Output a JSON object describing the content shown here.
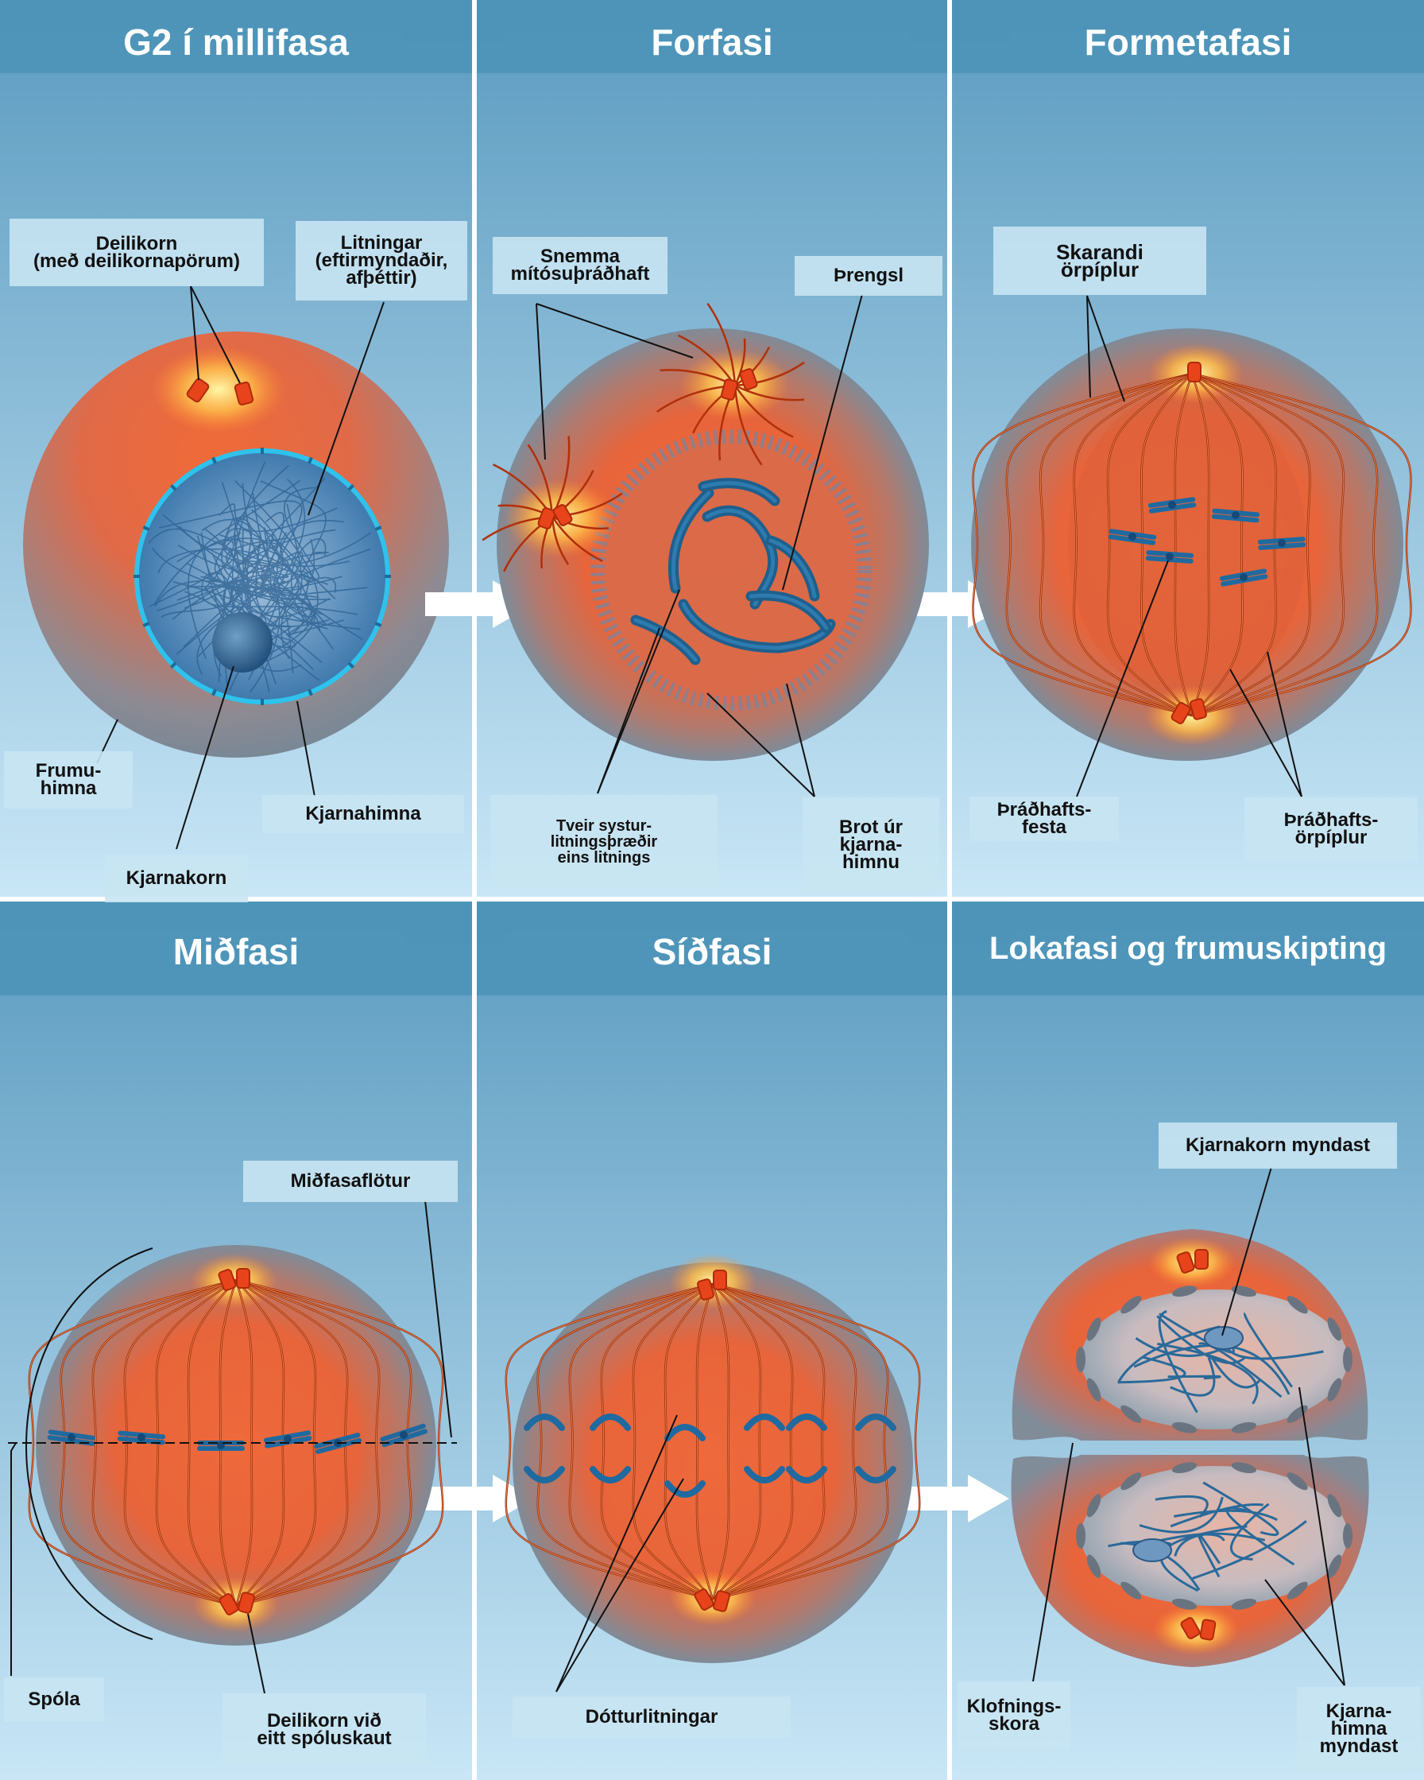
{
  "panels": [
    {
      "title": "G2 í millifasa"
    },
    {
      "title": "Forfasi"
    },
    {
      "title": "Formetafasi"
    },
    {
      "title": "Miðfasi"
    },
    {
      "title": "Síðfasi"
    },
    {
      "title": "Lokafasi og frumuskipting"
    }
  ],
  "labels": {
    "deilikorn": [
      "Deilikorn",
      "(með deilikornapörum)"
    ],
    "litningar": [
      "Litningar",
      "(eftirmyndaðir,",
      "afþéttir)"
    ],
    "frumuhimna": [
      "Frumu-",
      "himna"
    ],
    "kjarnakorn": [
      "Kjarnakorn"
    ],
    "kjarnahimna": [
      "Kjarnahimna"
    ],
    "snemma": [
      "Snemma",
      "mítósuþráðhaft"
    ],
    "threngsl": [
      "Þrengsl"
    ],
    "systur": [
      "Tveir systur-",
      "litningsþræðir",
      "eins litnings"
    ],
    "brot": [
      "Brot úr",
      "kjarna-",
      "himnu"
    ],
    "skarandi": [
      "Skarandi",
      "örpíplur"
    ],
    "festa": [
      "Þráðhafts-",
      "festa"
    ],
    "orpiplur": [
      "Þráðhafts-",
      "örpíplur"
    ],
    "midfasaflotur": [
      "Miðfasaflötur"
    ],
    "spola": [
      "Spóla"
    ],
    "deilikorn_skaut": [
      "Deilikorn við",
      "eitt spóluskaut"
    ],
    "dotturlitningar": [
      "Dótturlitningar"
    ],
    "kjarnakorn_myndast": [
      "Kjarnakorn myndast"
    ],
    "klofningsskora": [
      "Klofnings-",
      "skora"
    ],
    "kjarnahimna_myndast": [
      "Kjarna-",
      "himna",
      "myndast"
    ]
  },
  "colors": {
    "header": "#4d94b8",
    "panel_top": "#5f9ec2",
    "panel_bottom": "#c6e5f5",
    "cytoplasm": "#e8643a",
    "membrane": "#7d8a98",
    "chromatin": "#2a6a9a",
    "envelope": "#2ec2ec",
    "centriole": "#e8441c",
    "arrow": "#ffffff"
  }
}
